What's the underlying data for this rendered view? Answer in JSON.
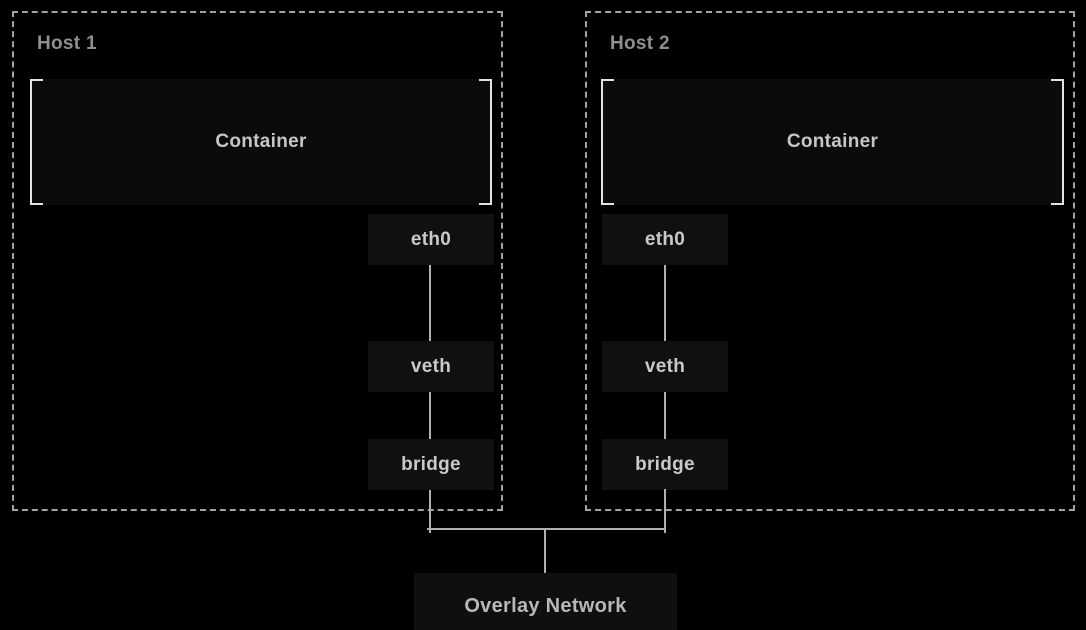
{
  "diagram": {
    "type": "network-architecture-diagram",
    "hosts": [
      {
        "title": "Host 1",
        "container_label": "Container",
        "nodes": [
          {
            "label": "eth0"
          },
          {
            "label": "veth"
          },
          {
            "label": "bridge"
          }
        ]
      },
      {
        "title": "Host 2",
        "container_label": "Container",
        "nodes": [
          {
            "label": "eth0"
          },
          {
            "label": "veth"
          },
          {
            "label": "bridge"
          }
        ]
      }
    ],
    "overlay": {
      "label": "Overlay Network"
    },
    "edges": [
      {
        "from": "host1.eth0",
        "to": "host1.veth"
      },
      {
        "from": "host1.veth",
        "to": "host1.bridge"
      },
      {
        "from": "host1.bridge",
        "to": "overlay-network"
      },
      {
        "from": "host2.eth0",
        "to": "host2.veth"
      },
      {
        "from": "host2.veth",
        "to": "host2.bridge"
      },
      {
        "from": "host2.bridge",
        "to": "overlay-network"
      }
    ],
    "colors": {
      "background": "#000000",
      "node_fill": "#101010",
      "container_fill": "#0b0b0b",
      "dashed_border": "#a3a3a3",
      "bracket": "#e3e3e3",
      "host_title_text": "#8f8f8f",
      "node_text": "#c9c9c9",
      "connector_line": "#b0b0b0"
    }
  }
}
